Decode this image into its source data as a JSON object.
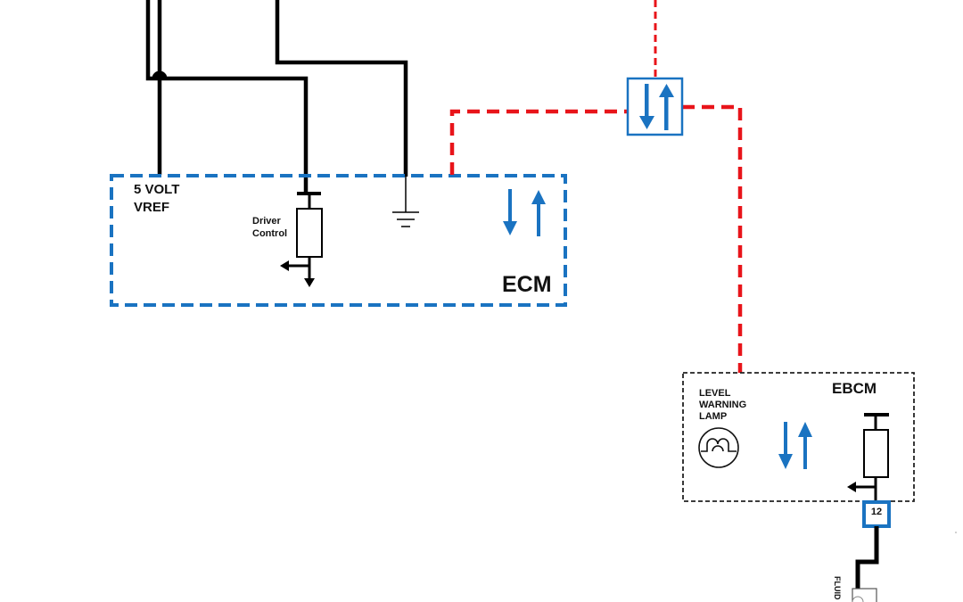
{
  "diagram": {
    "type": "wiring-schematic",
    "colors": {
      "wire": "#000000",
      "module_border_ecm": "#1a73c1",
      "serial_data": "#e8141a",
      "gateway": "#1a73c1",
      "ebcm_border": "#222222"
    },
    "ecm": {
      "name": "ECM",
      "vref_label": "5 VOLT\nVREF",
      "driver_label": "Driver\nControl"
    },
    "gateway": {
      "icon": "bidirectional-arrows-icon"
    },
    "ebcm": {
      "name": "EBCM",
      "lamp_label": "LEVEL\nWARNING\nLAMP",
      "connector_pin": "12"
    },
    "sensor": {
      "label": "FLUID"
    }
  }
}
